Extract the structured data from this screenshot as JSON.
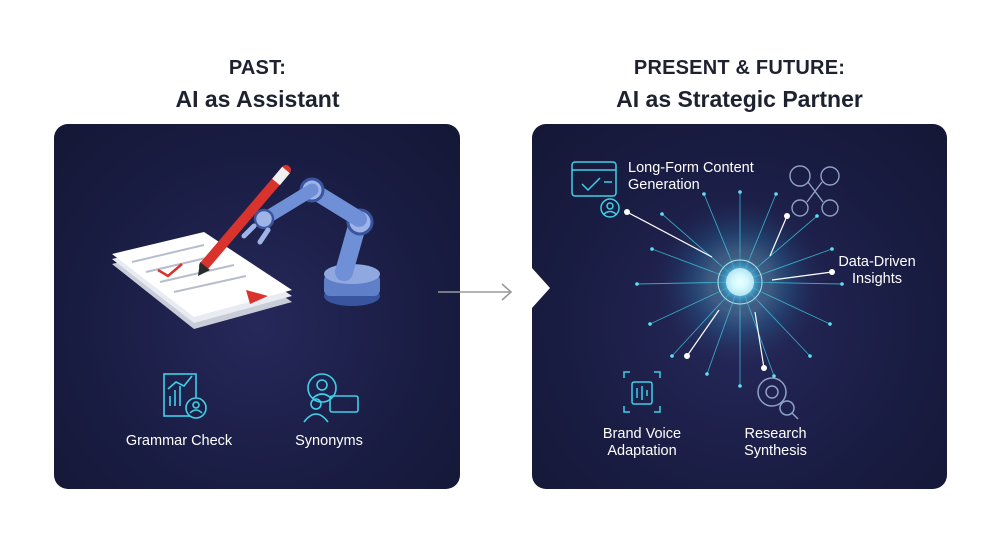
{
  "past": {
    "title": "PAST:",
    "subtitle": "AI as Assistant",
    "features": [
      {
        "label": "Grammar Check",
        "icon": "chart-user-icon"
      },
      {
        "label": "Synonyms",
        "icon": "user-speech-icon"
      }
    ]
  },
  "future": {
    "title": "PRESENT & FUTURE:",
    "subtitle": "AI as Strategic Partner",
    "features": [
      {
        "label": "Long-Form Content Generation",
        "icon": "document-check-icon"
      },
      {
        "label": "Data-Driven Insights",
        "icon": "network-nodes-icon"
      },
      {
        "label": "Brand Voice Adaptation",
        "icon": "voice-scan-icon"
      },
      {
        "label": "Research Synthesis",
        "icon": "gear-search-icon"
      }
    ]
  },
  "colors": {
    "panel_bg": "#1b1e46",
    "accent_cyan": "#3fd0e8",
    "pen_red": "#d8332c",
    "robot_blue": "#5f80c8",
    "heading_text": "#1e2130",
    "connector_gray": "#9a9a9a"
  }
}
